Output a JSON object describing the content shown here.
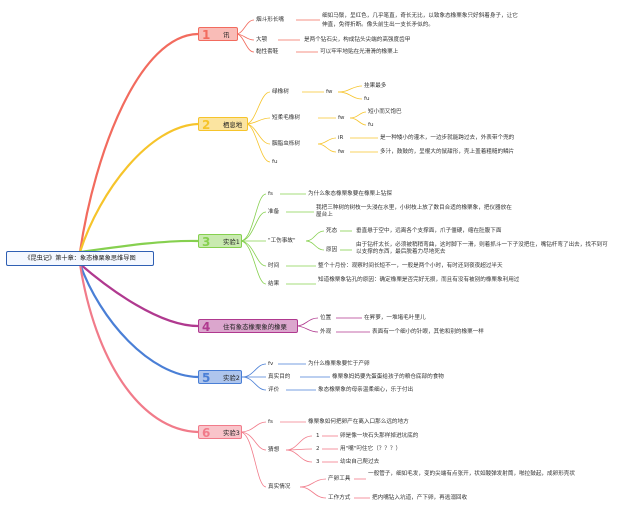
{
  "root": "《昆虫记》第十章：象态橡栗象思维导图",
  "colors": {
    "b1": "#f26b5e",
    "b2": "#f6c42b",
    "b3": "#86d04f",
    "b4": "#b0398f",
    "b5": "#4a7fd6",
    "b6": "#f17b8a"
  },
  "b1": {
    "label": "讯",
    "n1": "细如马鬃，呈红色，几乎笔直，奇长无比，以致象态橡栗象只好斜着身子，让它伸直，免得折断。像头前生出一支长矛似的。",
    "n1_key": "细如马鬃，呈红色，几乎笔直，奇长无比，以致象态橡栗象只好斜着身子，让它",
    "n1_cont": "伸直，免得折断。像头前生出一支长矛似的。",
    "k1": "烟斗形长嘴",
    "k2": "大颚",
    "v2": "是两个钻石尖，构成钻头尖端的高强度齿甲",
    "k3": "黏性套鞋",
    "v3": "可以牢牢地贴在光滑滑的橡栗上"
  },
  "b2": {
    "label": "栖息地",
    "k1": "绿橡树",
    "fw": "fw",
    "v1a": "挂果最多",
    "v1b": "fu",
    "k2": "短柔毛橡树",
    "fw2": "fw",
    "v2a": "短小而又饱巴",
    "v2b": "fu",
    "k3": "胭脂虫栎树",
    "ir": "iR",
    "v3a": "是一种矮小的灌木，一边步就能跨过去，外表带个兜的",
    "fw3": "fw",
    "v3b": "多汁，鼓鼓的，呈棍大的鼠甜形，壳上盖着粗糙的鳞片",
    "fu": "fu"
  },
  "b3": {
    "label": "实验1",
    "k0": "fs",
    "v0": "为什么象态橡栗象要在橡栗上钻探",
    "k1": "准备",
    "v1": "我把三种树的树枝一头浸在水里，小树枝上放了数目合适的橡栗象，把仪器放在屋台上",
    "k2": "\"工伤事故\"",
    "k2a": "死态",
    "v2a": "垂直悬于空中，远离各个支撑面，爪子僵硬，缩在肚腹下面",
    "k2b": "原因",
    "v2b": "由于钻杆太长，必须被稍稍弯曲，这时脚下一滑，则着抓斗一下子没把住，嘴钻杆弯了出去，找不到可以支撑的东西，最后脱着力尽地死去",
    "k3": "时间",
    "v3": "整个十月份：观察时间长短不一，一般是两个小时，有时还到夜夜超过半天",
    "k4": "结果",
    "v4": "知道橡栗象钻孔的原因：确定橡栗是否完好无损，而且有没有被别的橡栗象利用过"
  },
  "b4": {
    "label": "住有象态橡栗象的橡栗",
    "k1": "位置",
    "v1": "在昇萝，一堆堵毛叶里儿",
    "k2": "外观",
    "v2": "表面有一个细小的针眼，其他和别的橡栗一样"
  },
  "b5": {
    "label": "实验2",
    "k0": "fv",
    "v0": "为什么橡栗象要忙于产卵",
    "k1": "真实目的",
    "v1": "橡栗象妈妈要先蛋蛋给孩子的粮仓底部的食物",
    "k2": "评价",
    "v2": "象态橡栗象的母亲温柔细心，乐于付出"
  },
  "b6": {
    "label": "实验3",
    "k0": "fs",
    "v0": "橡栗象如何把卵产在离入口那么远的地方",
    "k1": "猜想",
    "n1": "1",
    "v1": "卵是像一块石头那样掉进坑底的",
    "n2": "2",
    "v2": "用\"嘴\"叼住它（？？？）",
    "n3": "3",
    "v3": "幼虫自己爬过去",
    "k2": "真实情况",
    "k2a": "产卵工具",
    "v2a": "一般管子，细如毛发，变的尖端有点张开，状如酸弹发射筒，啪拉鼓起，成卵形壳状",
    "k2b": "工作方式",
    "v2b": "把内嘴钻入坑道，产下卵，再逃溺回收"
  }
}
